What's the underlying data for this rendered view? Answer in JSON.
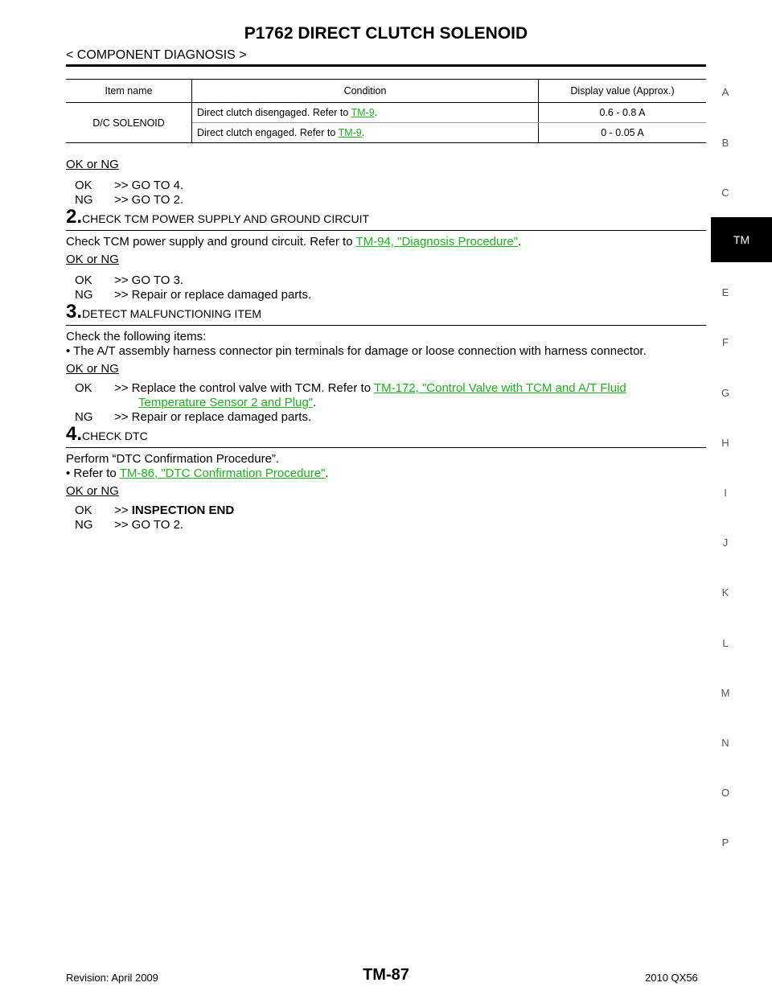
{
  "header": {
    "title": "P1762 DIRECT CLUTCH SOLENOID",
    "section": "< COMPONENT DIAGNOSIS >"
  },
  "table": {
    "headers": [
      "Item name",
      "Condition",
      "Display value (Approx.)"
    ],
    "item": "D/C SOLENOID",
    "rows": [
      {
        "condition": "Direct clutch disengaged. Refer to ",
        "link": "TM-9",
        "after": ".",
        "value": "0.6 - 0.8 A"
      },
      {
        "condition": "Direct clutch engaged. Refer to ",
        "link": "TM-9",
        "after": ".",
        "value": "0 - 0.05 A"
      }
    ]
  },
  "okng_label": "OK or NG",
  "block1": {
    "ok_key": "OK",
    "ok_text": ">> GO TO 4.",
    "ng_key": "NG",
    "ng_text": ">> GO TO 2."
  },
  "step2": {
    "number": "2.",
    "heading": "CHECK TCM POWER SUPPLY AND GROUND CIRCUIT",
    "text": "Check TCM power supply and ground circuit. Refer to ",
    "link": "TM-94, \"Diagnosis Procedure\"",
    "after": ".",
    "ok_key": "OK",
    "ok_text": ">> GO TO 3.",
    "ng_key": "NG",
    "ng_text": ">> Repair or replace damaged parts."
  },
  "step3": {
    "number": "3.",
    "heading": "DETECT MALFUNCTIONING ITEM",
    "text1": "Check the following items:",
    "bullet": "• The A/T assembly harness connector pin terminals for damage or loose connection with harness connector.",
    "ok_key": "OK",
    "ok_text": ">> Replace the control valve with TCM. Refer to ",
    "ok_link_1": "TM-172, \"Control Valve with TCM and A/T Fluid",
    "ok_link_2": "Temperature Sensor 2 and Plug\"",
    "ok_after": ".",
    "ng_key": "NG",
    "ng_text": ">> Repair or replace damaged parts."
  },
  "step4": {
    "number": "4.",
    "heading": "CHECK DTC",
    "text1": "Perform “DTC Confirmation Procedure”.",
    "bullet_prefix": "• Refer to ",
    "link": "TM-86, \"DTC Confirmation Procedure\"",
    "after": ".",
    "ok_key": "OK",
    "ok_prefix": ">> ",
    "ok_bold": "INSPECTION END",
    "ng_key": "NG",
    "ng_text": ">> GO TO 2."
  },
  "side_tabs": [
    "A",
    "B",
    "C",
    "TM",
    "E",
    "F",
    "G",
    "H",
    "I",
    "J",
    "K",
    "L",
    "M",
    "N",
    "O",
    "P"
  ],
  "active_tab": "TM",
  "footer": {
    "revision": "Revision: April 2009",
    "page": "TM-87",
    "model": "2010 QX56"
  }
}
